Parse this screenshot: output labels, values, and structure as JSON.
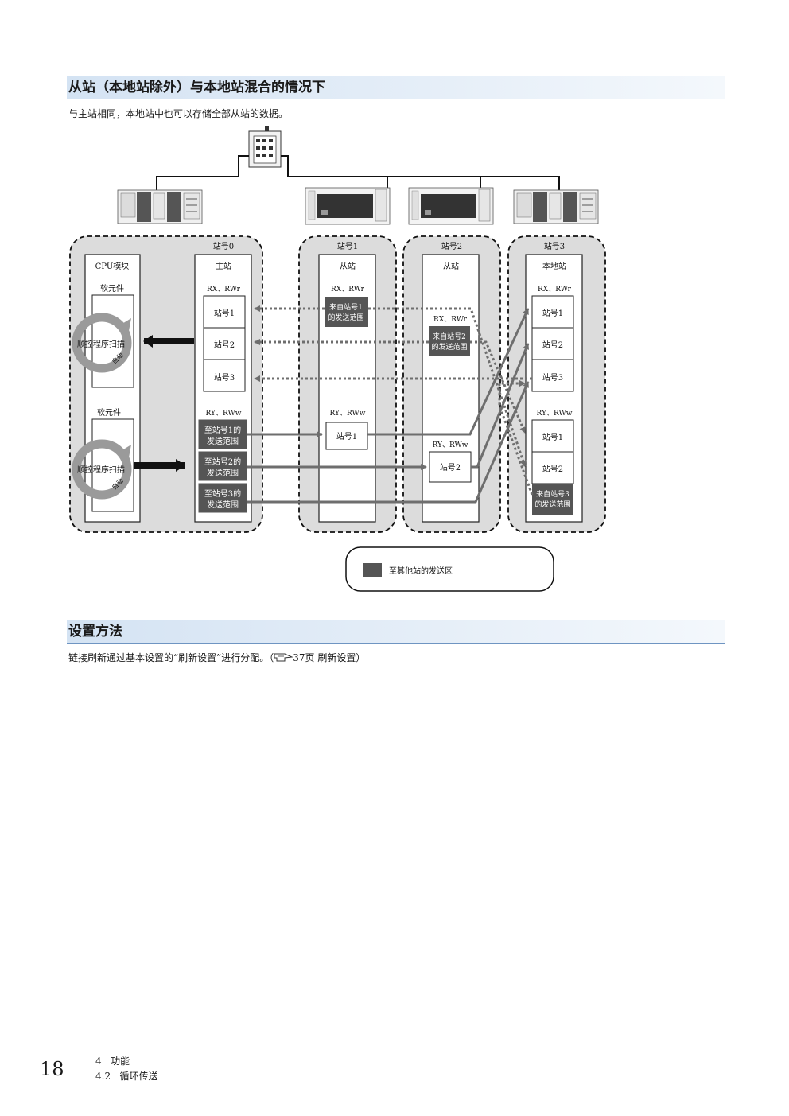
{
  "section1": {
    "title": "从站（本地站除外）与本地站混合的情况下",
    "description": "与主站相同，本地站中也可以存储全部从站的数据。"
  },
  "diagram": {
    "stations": [
      {
        "label": "站号0",
        "role": "主站"
      },
      {
        "label": "站号1",
        "role": "从站"
      },
      {
        "label": "站号2",
        "role": "从站"
      },
      {
        "label": "站号3",
        "role": "本地站"
      }
    ],
    "cpu": {
      "title": "CPU模块",
      "device1": "软元件",
      "device2": "软元件",
      "scan1": "顺控程序扫描",
      "scan2": "顺控程序扫描",
      "auto1": "自动",
      "auto2": "自动"
    },
    "master": {
      "rx_header": "RX、RWr",
      "rx_items": [
        "站号1",
        "站号2",
        "站号3"
      ],
      "ry_header": "RY、RWw",
      "ry_items": [
        {
          "line1": "至站号1的",
          "line2": "发送范围"
        },
        {
          "line1": "至站号2的",
          "line2": "发送范围"
        },
        {
          "line1": "至站号3的",
          "line2": "发送范围"
        }
      ]
    },
    "slave1": {
      "rx_header": "RX、RWr",
      "send": {
        "line1": "来自站号1",
        "line2": "的发送范围"
      },
      "ry_header": "RY、RWw",
      "ry_item": "站号1"
    },
    "slave2": {
      "rx_header": "RX、RWr",
      "send": {
        "line1": "来自站号2",
        "line2": "的发送范围"
      },
      "ry_header": "RY、RWw",
      "ry_item": "站号2"
    },
    "local": {
      "rx_header": "RX、RWr",
      "rx_items": [
        "站号1",
        "站号2",
        "站号3"
      ],
      "ry_header": "RY、RWw",
      "ry_items": [
        "站号1",
        "站号2"
      ],
      "send": {
        "line1": "来自站号3",
        "line2": "的发送范围"
      }
    },
    "legend": "至其他站的发送区",
    "colors": {
      "dark_area": "#555555",
      "station_bg": "#dcdcdc",
      "arrow": "#6e6e6e"
    }
  },
  "section2": {
    "title": "设置方法",
    "description_pre": "链接刷新通过基本设置的“刷新设置”进行分配。（",
    "ref_icon": "pointer-reference-icon",
    "ref_text": "37页 刷新设置",
    "description_post": "）"
  },
  "footer": {
    "page_number": "18",
    "chapter": "4   功能",
    "section": "4.2   循环传送"
  }
}
